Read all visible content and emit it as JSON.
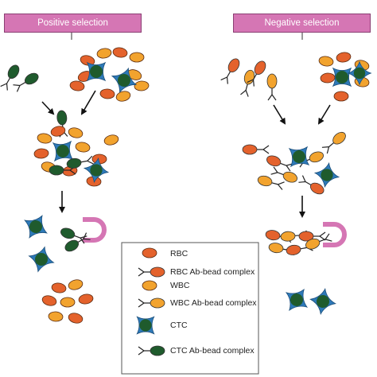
{
  "banners": {
    "positive": "Positive selection",
    "negative": "Negative selection"
  },
  "legend": {
    "items": [
      {
        "label": "RBC"
      },
      {
        "label": "RBC Ab-bead complex"
      },
      {
        "label": "WBC"
      },
      {
        "label": "WBC Ab-bead complex"
      },
      {
        "label": "CTC"
      },
      {
        "label": "CTC Ab-bead complex"
      }
    ]
  },
  "colors": {
    "rbc": "#e4622c",
    "wbc": "#f2a32e",
    "ctc_bead": "#1f5b2d",
    "ctc_star": "#2d79b8",
    "ctc_core": "#1f5b2d",
    "magnet": "#d576b4",
    "banner": "#d576b4"
  }
}
